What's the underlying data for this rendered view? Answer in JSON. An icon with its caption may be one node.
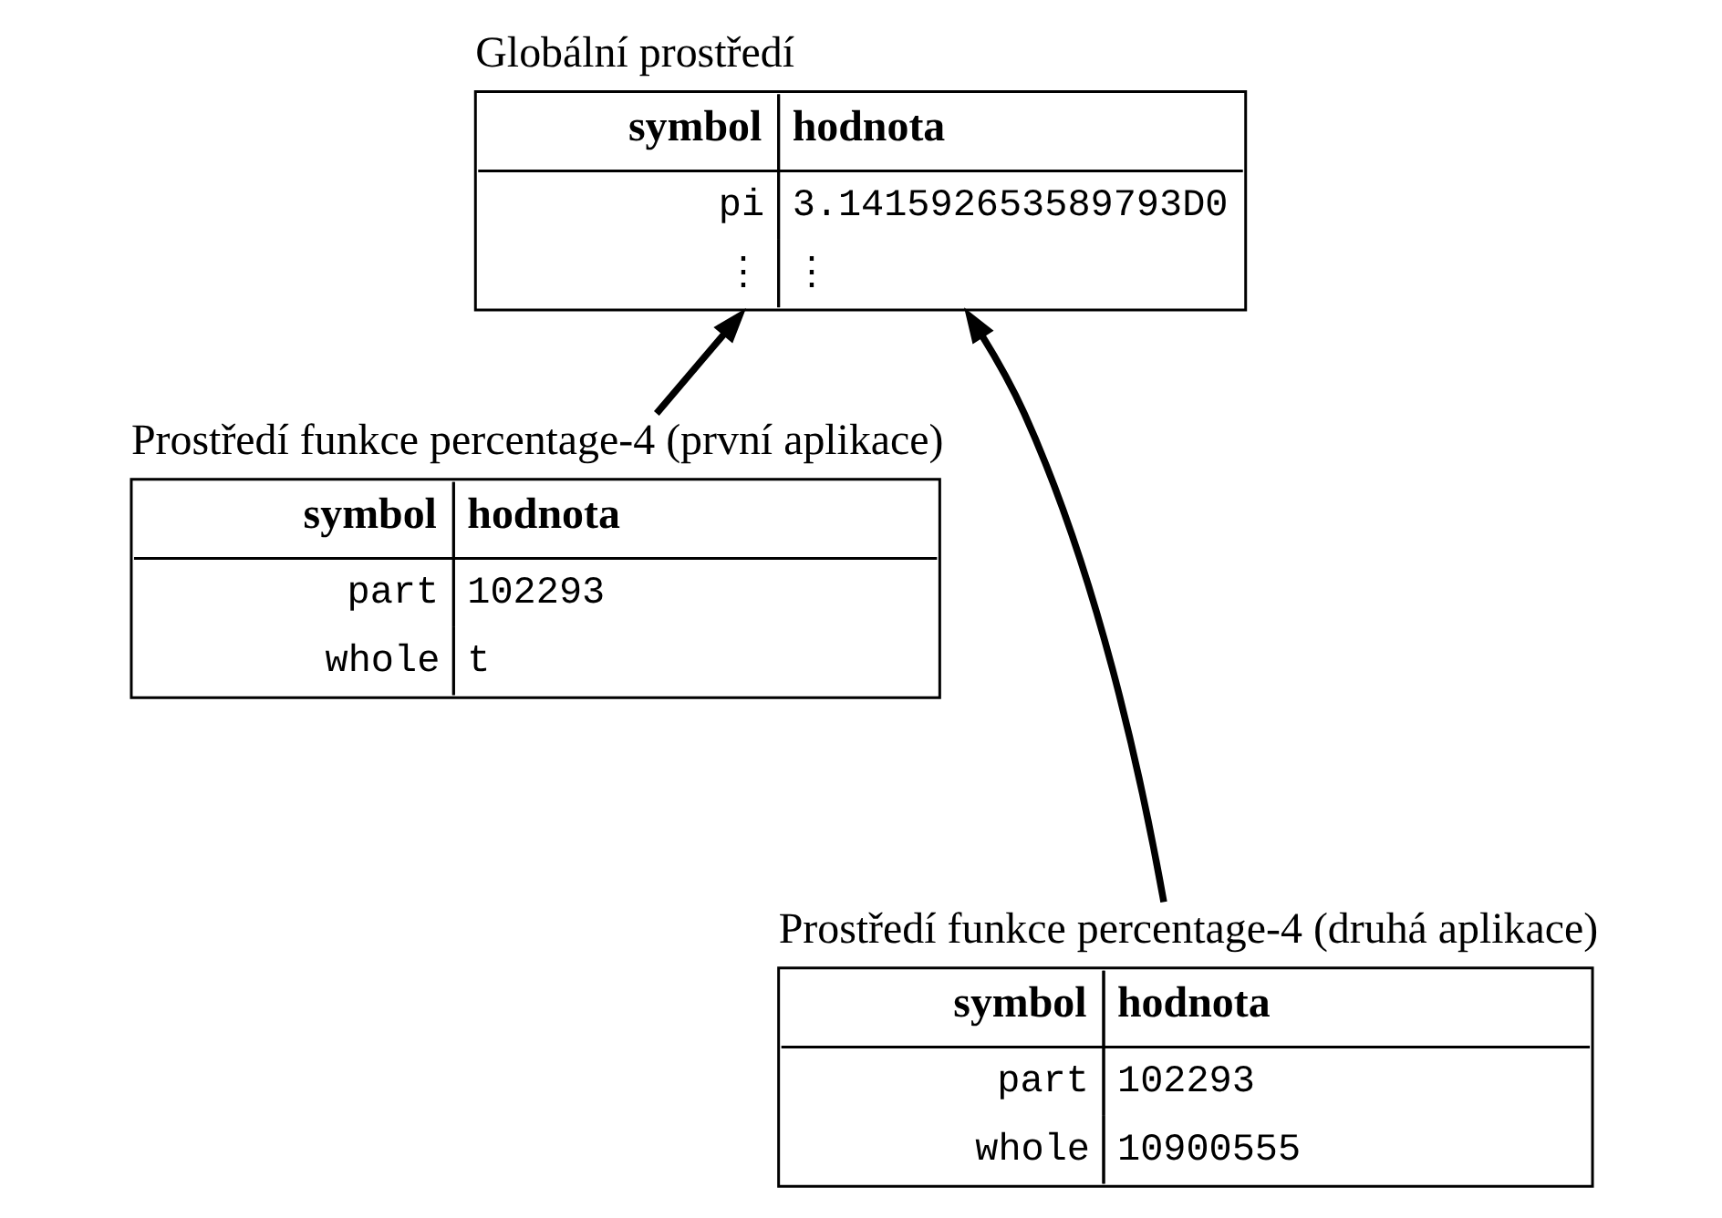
{
  "diagram": {
    "nodes": [
      {
        "text": [
          "Globální prostředí",
          "symbol",
          "hodnota",
          "pi",
          "3.141592653589793D0",
          "⋮",
          "⋮"
        ]
      },
      {
        "text": [
          "Prostředí funkce percentage-4 (první aplikace)",
          "symbol",
          "hodnota",
          "part",
          "102293",
          "whole",
          "t"
        ]
      },
      {
        "text": [
          "Prostředí funkce percentage-4 (druhá aplikace)",
          "symbol",
          "hodnota",
          "part",
          "102293",
          "whole",
          "10900555"
        ]
      }
    ],
    "edges": [
      {
        "from": 1,
        "to": 0,
        "arrow": "to"
      },
      {
        "from": 2,
        "to": 0,
        "arrow": "to"
      }
    ]
  }
}
